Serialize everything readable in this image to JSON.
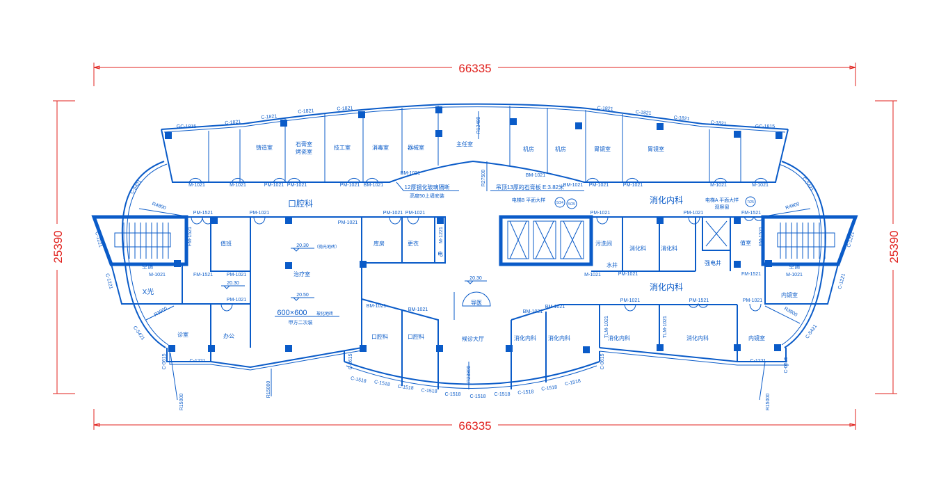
{
  "dimensions": {
    "width_top": "66335",
    "width_bottom": "66335",
    "height_left": "25390",
    "height_right": "25390"
  },
  "colors": {
    "wall": "#0a5bc8",
    "dimension": "#e0211d"
  },
  "departments": [
    "口腔科",
    "消化内科",
    "消化内科"
  ],
  "rooms": [
    "铸造室",
    "石膏室",
    "烤瓷室",
    "技工室",
    "消毒室",
    "器械室",
    "主任室",
    "机房",
    "机房",
    "胃镜室",
    "胃镜室",
    "值班",
    "治疗室",
    "库房",
    "更衣",
    "电",
    "污洗间",
    "水井",
    "消化科",
    "消化科",
    "强电井",
    "值室",
    "内镜室",
    "X光",
    "空调",
    "空调",
    "诊室",
    "办公",
    "口腔科",
    "口腔科",
    "候诊大厅",
    "导医",
    "消化内科",
    "消化内科",
    "消化内科",
    "消化内科",
    "内镜室"
  ],
  "doors": [
    "M-1021",
    "M-1021",
    "PM-1021",
    "PM-1021",
    "PM-1021",
    "BM-1021",
    "BM-1021",
    "BM-1021",
    "BM-1021",
    "PM-1021",
    "PM-1021",
    "M-1021",
    "M-1021",
    "PM-1521",
    "PM-1021",
    "PM-1021",
    "PM-1021",
    "PM-1021",
    "FM-1521",
    "M-1021",
    "PM-1021",
    "PM-1021",
    "PM-1021",
    "FM-1521",
    "PM-1021",
    "PM-1021",
    "FM-1521",
    "M-1021",
    "M-1021",
    "PM-1021",
    "PM-1521",
    "PM-1021",
    "BM-1021",
    "BM-1021",
    "BM-1021",
    "BM-1021",
    "TLM-1021",
    "TLM-1021",
    "FM-1521",
    "FM-1521",
    "M-1221"
  ],
  "windows": [
    "GC-1815",
    "C-1821",
    "C-1821",
    "C-1821",
    "C-1821",
    "C-1821",
    "C-1821",
    "C-1821",
    "C-1821",
    "GC-1815",
    "C-1221",
    "C-1221",
    "C-1221",
    "C-1221",
    "C-1518",
    "C-1518",
    "C-1518",
    "C-1518",
    "C-1518",
    "C-1518",
    "C-1518",
    "C-1518",
    "C-1518",
    "C-1518",
    "C-1221",
    "C-1221",
    "C-0615",
    "C-0615",
    "C-0615",
    "C-0615",
    "C-5421",
    "C-5421",
    "C-5421",
    "C-5421"
  ],
  "radii": [
    "R4800",
    "R4800",
    "R12480",
    "R27500",
    "R15000",
    "R15000",
    "R15000",
    "R23800",
    "R3900",
    "R3900"
  ],
  "elevations": [
    "20.30",
    "20.30",
    "20.50",
    "20.30"
  ],
  "notes": {
    "glass": "12厚钢化玻璃隔断",
    "glass_height": "高度50上墙安装",
    "ceiling": "吊顶13厚的石膏板 E:3.82米",
    "elevator_b": "电梯B 平面大样",
    "elevator_a": "电梯A 平面大样",
    "tile": "600×600",
    "tile_suffix": "玻化地砖",
    "owner": "甲方二次装",
    "elev_note": "（抛光地砖）",
    "shaft": "观察窗",
    "tag_1": "5/24",
    "tag_2": "5/25",
    "tag_3": "7/25"
  }
}
